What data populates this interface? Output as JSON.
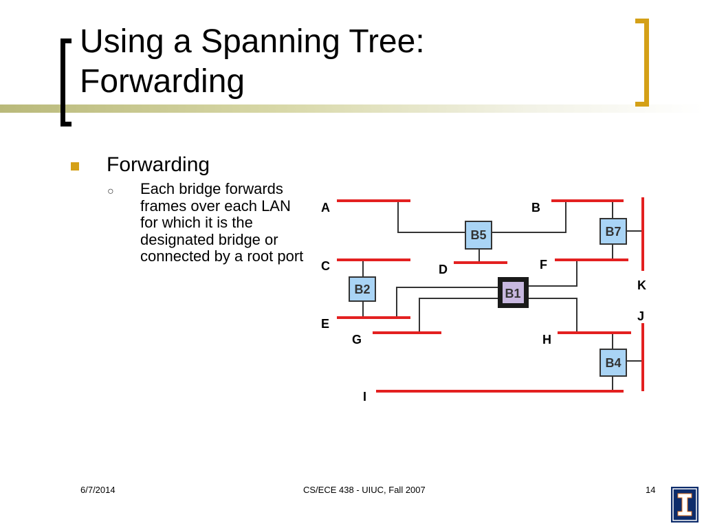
{
  "slide": {
    "title_line1": "Using a Spanning Tree:",
    "title_line2": "Forwarding",
    "bullet": "Forwarding",
    "sub_bullet": "Each bridge forwards frames over each LAN for which it is the designated bridge or connected by a root port"
  },
  "diagram": {
    "lan_labels": [
      "A",
      "B",
      "C",
      "D",
      "E",
      "F",
      "G",
      "H",
      "I",
      "J",
      "K"
    ],
    "bridges": [
      "B5",
      "B7",
      "B2",
      "B1",
      "B4"
    ],
    "colors": {
      "lan": "#e32020",
      "bridge_fill": "#a9d4f5",
      "root_bridge_fill": "#c8b8e0",
      "wire": "#333333",
      "accent": "#d4a017"
    }
  },
  "footer": {
    "date": "6/7/2014",
    "course": "CS/ECE 438 - UIUC, Fall 2007",
    "page": "14"
  }
}
